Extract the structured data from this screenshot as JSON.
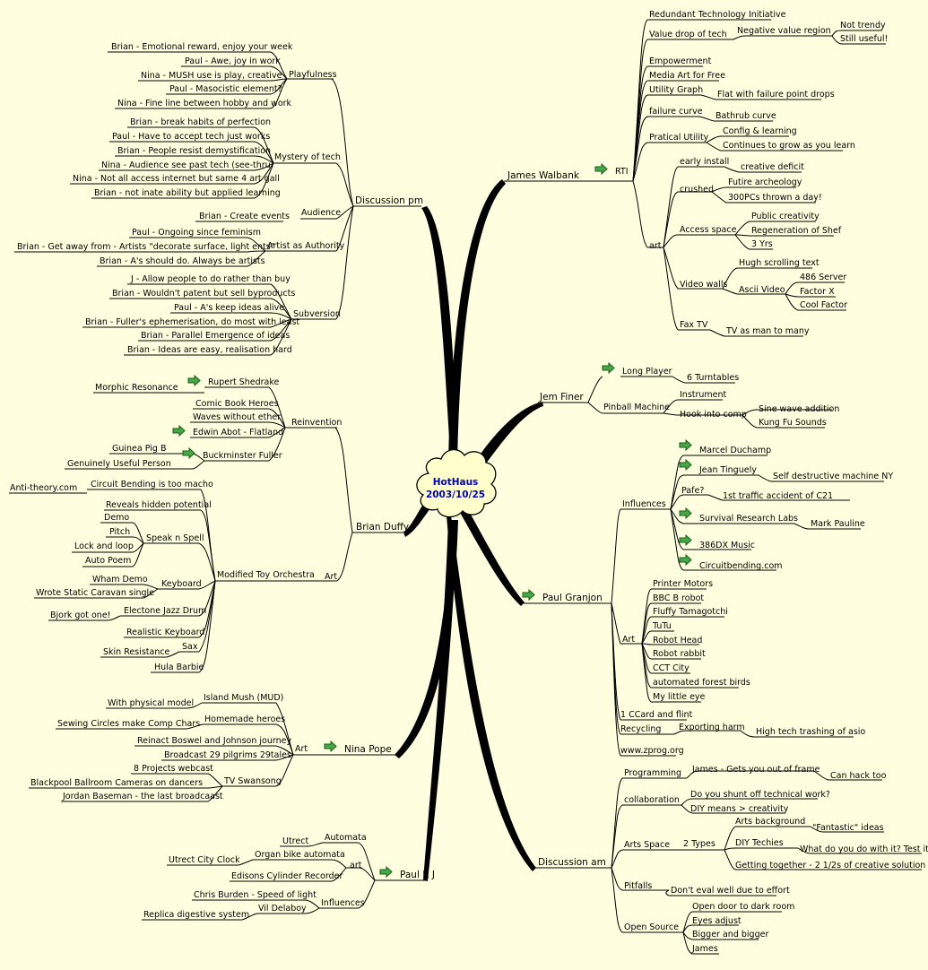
{
  "center": {
    "line1": "HotHaus",
    "line2": "2003/10/25"
  },
  "branches": {
    "discussion_pm": {
      "label": "Discussion pm",
      "playfulness": {
        "label": "Playfulness",
        "items": [
          "Brian - Emotional reward, enjoy your week",
          "Paul - Awe, joy in work",
          "Nina - MUSH use is play, creative",
          "Paul - Masocistic element?",
          "Nina - Fine line between hobby and work"
        ]
      },
      "mystery": {
        "label": "Mystery of tech",
        "items": [
          "Brian - break habits of perfection",
          "Paul - Have to accept tech just works",
          "Brian - People resist demystification",
          "Nina - Audience see past tech (see-thru)",
          "Nina - Not all access internet but same 4 art gall",
          "Brian - not inate ability but applied learning"
        ]
      },
      "audience": {
        "label": "Audience",
        "items": [
          "Brian - Create events"
        ]
      },
      "authority": {
        "label": "Artist as Authority",
        "items": [
          "Paul - Ongoing since feminism",
          "Brian - Get away from - Artists \"decorate surface, light ents\"",
          "Brian - A's should do. Always be artists"
        ]
      },
      "subversion": {
        "label": "Subversion",
        "items": [
          "J - Allow people to do rather than buy",
          "Brian - Wouldn't patent but sell byproducts",
          "Paul - A's keep ideas alive",
          "Brian - Fuller's ephemerisation, do most with least",
          "Brian - Parallel Emergence of ideas",
          "Brian - Ideas are easy, realisation hard"
        ]
      }
    },
    "brian_duffy": {
      "label": "Brian Duffy",
      "reinvention": {
        "label": "Reinvention",
        "rupert": "Rupert Shedrake",
        "morphic": "Morphic Resonance",
        "comic": "Comic Book Heroes",
        "waves": "Waves without ether",
        "edwin": "Edwin Abot - Flatland",
        "buckminster": "Buckminster Fuller",
        "guinea": "Guinea Pig B",
        "useful": "Genuinely Useful Person"
      },
      "art": {
        "label": "Art",
        "orchestra": "Modified Toy Orchestra",
        "circuit": "Circuit Bending is too macho",
        "antitheory": "Anti-theory.com",
        "reveals": "Reveals hidden potential",
        "speak": "Speak n Spell",
        "speak_items": [
          "Demo",
          "Pitch",
          "Lock and loop",
          "Auto Poem"
        ],
        "keyboard": "Keyboard",
        "wham": "Wham Demo",
        "caravan": "Wrote Static Caravan single",
        "electone": "Electone Jazz Drum",
        "bjork": "Bjork got one!",
        "realistic": "Realistic Keyboard",
        "sax": "Sax",
        "skin": "Skin Resistance",
        "hula": "Hula Barbie"
      }
    },
    "nina_pope": {
      "label": "Nina Pope",
      "art": {
        "label": "Art",
        "island": "Island Mush (MUD)",
        "physical": "With physical model",
        "homemade": "Homemade heroes",
        "sewing": "Sewing Circles make Comp Chars",
        "reinact": "Reinact Boswel and Johnson journey",
        "broadcast": "Broadcast 29 pilgrims 29tales",
        "tv": "TV Swansong",
        "projects": "8 Projects webcast",
        "blackpool": "Blackpool Ballroom Cameras on dancers",
        "jordan": "Jordan Baseman - the last broadcaast"
      }
    },
    "paul_rj": {
      "label": "Paul R J",
      "automata": "Automata",
      "utrect": "Utrect",
      "art": "art",
      "organ": "Organ bike automata",
      "clock": "Utrect City Clock",
      "edisons": "Edisons Cylinder Recorder",
      "influences": "Influences",
      "burden": "Chris Burden - Speed of light",
      "delaboy": "Vil Delaboy",
      "replica": "Replica digestive system"
    },
    "james_walbank": {
      "label": "James Walbank",
      "rti": "RTI",
      "redundant": "Redundant Technology Initiative",
      "value_drop": "Value drop of tech",
      "negative": "Negative value region",
      "not_trendy": "Not trendy",
      "still_useful": "Still useful!",
      "empowerment": "Empowerment",
      "media_art": "Media Art for Free",
      "utility": "Utility Graph",
      "flat": "Flat with failure point drops",
      "failure": "failure curve",
      "bathrub": "Bathrub curve",
      "practical": "Pratical Utility",
      "config": "Config & learning",
      "continues": "Continues to grow as you learn",
      "art": "art",
      "early": "early install",
      "creative_deficit": "creative deficit",
      "crushed": "crushed",
      "futire": "Futire archeology",
      "pcs": "300PCs thrown a day!",
      "access": "Access space",
      "public": "Public creativity",
      "regeneration": "Regeneration of Shef",
      "yrs": "3 Yrs",
      "video": "Video walls",
      "hugh": "Hugh scrolling text",
      "ascii": "Ascii Video",
      "server": "486 Server",
      "factorx": "Factor X",
      "cool": "Cool Factor",
      "fax": "Fax TV",
      "tvman": "TV as man to many"
    },
    "jem_finer": {
      "label": "Jem Finer",
      "long_player": "Long Player",
      "turntables": "6 Turntables",
      "pinball": "Pinball Machine",
      "instrument": "Instrument",
      "hook": "Hook into comp",
      "sine": "Sine wave addition",
      "kungfu": "Kung Fu Sounds"
    },
    "paul_granjon": {
      "label": "Paul Granjon",
      "influences": "Influences",
      "duchamp": "Marcel Duchamp",
      "tinguely": "Jean Tinguely",
      "self_destruct": "Self destructive machine NY",
      "pafe": "Pafe?",
      "traffic": "1st traffic accident of C21",
      "srl": "Survival Research Labs",
      "pauline": "Mark Pauline",
      "music": "386DX Music",
      "circuitbending": "Circuitbending.com",
      "art": "Art",
      "art_items": [
        "Printer Motors",
        "BBC B robot",
        "Fluffy Tamagotchi",
        "TuTu",
        "Robot Head",
        "Robot rabbit",
        "CCT City",
        "automated forest birds",
        "My little eye"
      ],
      "ccard": "1 CCard and flint",
      "recycling": "Recycling",
      "exporting": "Exporting harm",
      "trashing": "High tech trashing of asio",
      "zprog": "www.zprog.org"
    },
    "discussion_am": {
      "label": "Discussion am",
      "programming": "Programming",
      "james_frame": "James - Gets you out of frame",
      "can_hack": "Can hack too",
      "collaboration": "collaboration",
      "shunt": "Do you shunt off technical work?",
      "diy_means": "DIY means > creativity",
      "arts_space": "Arts Space",
      "two_types": "2 Types",
      "arts_bg": "Arts background",
      "fantastic": "\"Fantastic\" ideas",
      "diy_techies": "DIY Techies",
      "what_do": "What do you do with it? Test it!",
      "getting": "Getting together - 2 1/2s of creative solution",
      "pitfalls": "Pitfalls",
      "eval": "Don't eval well due to effort",
      "open_source": "Open Source",
      "open_door": "Open door to dark room",
      "eyes": "Eyes adjust",
      "bigger": "Bigger and bigger",
      "james": "James"
    }
  },
  "colors": {
    "background": "#ffffe0",
    "cloud_fill": "#ffffcc",
    "center_text": "#0000c0",
    "trunk": "#000000",
    "arrow_fill": "#44aa44"
  }
}
